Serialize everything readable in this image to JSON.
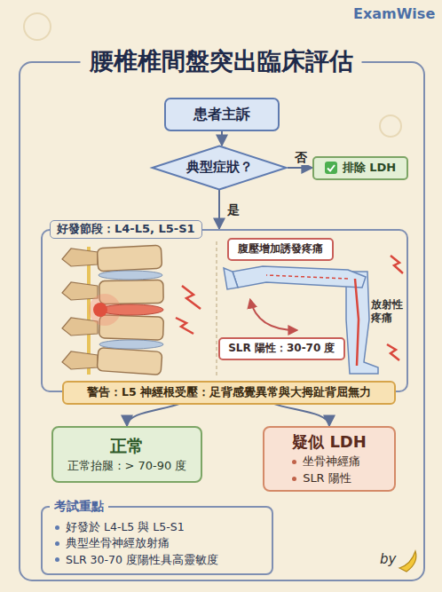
{
  "diagram": {
    "title": "腰椎椎間盤突出臨床評估",
    "nodes": [
      {
        "text": [
          "患者主訴"
        ]
      },
      {
        "text": [
          "典型症狀？"
        ]
      },
      {
        "text": [
          "排除 LDH"
        ]
      },
      {
        "text": [
          "好發節段：L4-L5, L5-S1"
        ]
      },
      {
        "text": [
          "腹壓增加誘發疼痛"
        ],
        "in": 3
      },
      {
        "text": [
          "SLR 陽性：30-70 度"
        ],
        "in": 3
      },
      {
        "text": [
          "警告：L5 神經根受壓：足背感覺異常與大拇趾背屈無力"
        ],
        "in": 3
      },
      {
        "text": [
          "正常",
          "正常抬腿：> 70-90 度"
        ]
      },
      {
        "text": [
          "疑似 LDH",
          "坐骨神經痛",
          "SLR 陽性"
        ]
      },
      {
        "text": [
          "考試重點",
          "好發於 L4-L5 與 L5-S1",
          "典型坐骨神經放射痛",
          "SLR 30-70 度陽性具高靈敏度"
        ]
      }
    ],
    "edges": [
      {
        "from": 0,
        "to": 1,
        "arrow": "to"
      },
      {
        "from": 1,
        "to": 2,
        "label": "否",
        "arrow": "to"
      },
      {
        "from": 1,
        "to": 3,
        "label": "是",
        "arrow": "to"
      },
      {
        "from": 3,
        "to": 7,
        "arrow": "to"
      },
      {
        "from": 3,
        "to": 8,
        "arrow": "to"
      }
    ],
    "labels": [
      "ExamWise",
      "放射性疼痛",
      "by"
    ]
  }
}
